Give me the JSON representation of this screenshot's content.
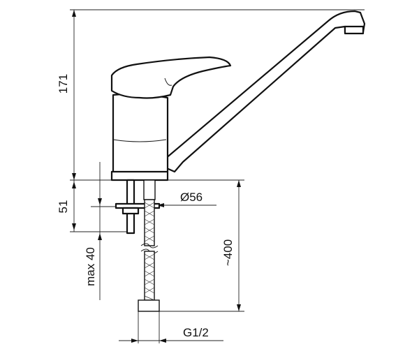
{
  "drawing": {
    "colors": {
      "line": "#111111",
      "background": "#ffffff"
    },
    "dimensions": {
      "height_total": "171",
      "base_height": "51",
      "max_thickness": "max 40",
      "hose_length": "~400",
      "base_diameter": "Ø56",
      "thread": "G1/2"
    }
  }
}
